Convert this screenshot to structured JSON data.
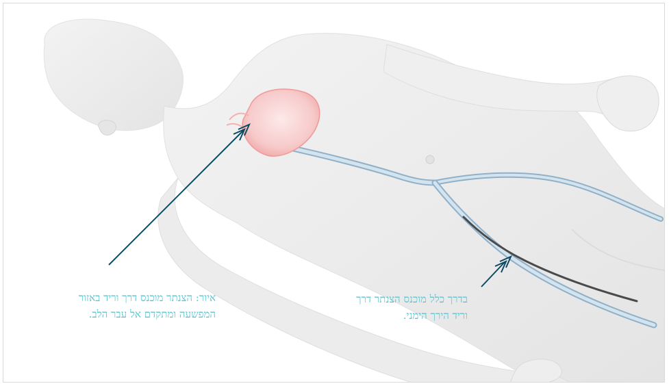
{
  "illustration": {
    "description_icon": "human-body-catheter-illustration",
    "colors": {
      "skin": "#efefef",
      "skin_shadow": "#d8d8d8",
      "vein": "#bcd3e4",
      "vein_edge": "#8fb0c8",
      "heart": "#f6c7c7",
      "heart_edge": "#ee9a9a",
      "pointer": "#0d4a62",
      "caption": "#5fc3cf",
      "border": "#d7d9db"
    }
  },
  "captions": {
    "left_line1": "איור: הצנתר מוכנס דרך וריד באזור",
    "left_line2": "המפשעה ומתקדם אל עבר הלב.",
    "right_line1": "בדרך כלל מוכנס הצנתר דרך",
    "right_line2": "וריד הירך הימני."
  }
}
